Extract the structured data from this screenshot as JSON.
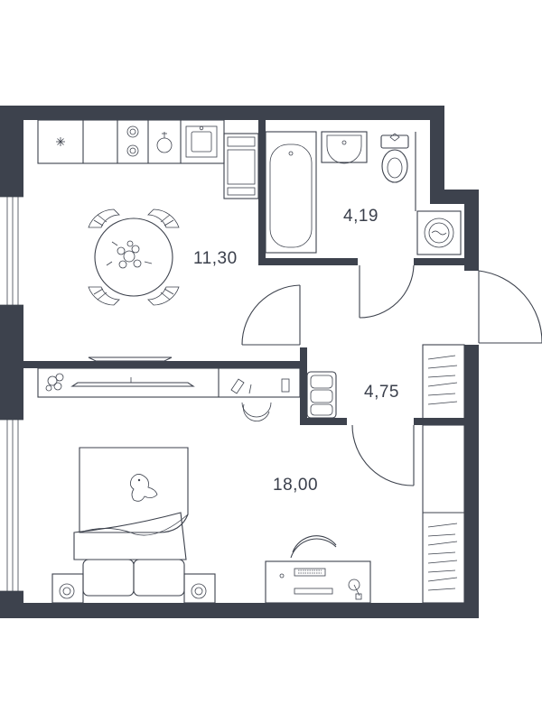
{
  "plan": {
    "colors": {
      "wall": "#3d424d",
      "line": "#3d424d",
      "background": "#ffffff"
    },
    "rooms": [
      {
        "id": "kitchen",
        "area": "11,30"
      },
      {
        "id": "bathroom",
        "area": "4,19"
      },
      {
        "id": "hallway",
        "area": "4,75"
      },
      {
        "id": "bedroom",
        "area": "18,00"
      }
    ]
  }
}
